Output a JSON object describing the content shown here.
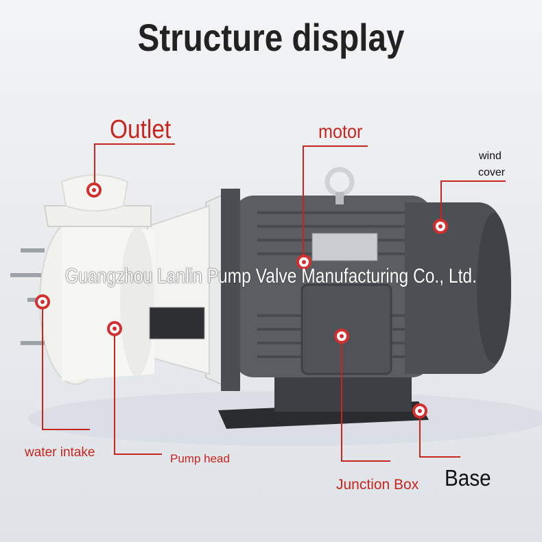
{
  "title": "Structure display",
  "watermark": "Guangzhou Lanlin Pump Valve Manufacturing Co., Ltd.",
  "labels": {
    "outlet": "Outlet",
    "motor": "motor",
    "wind_line1": "wind",
    "wind_line2": "cover",
    "water_intake": "water intake",
    "pump_head": "Pump head",
    "junction_box": "Junction Box",
    "base": "Base"
  },
  "colors": {
    "accent": "#c7251d",
    "motor_body": "#55595e",
    "pump_body": "#f2f2ef"
  }
}
